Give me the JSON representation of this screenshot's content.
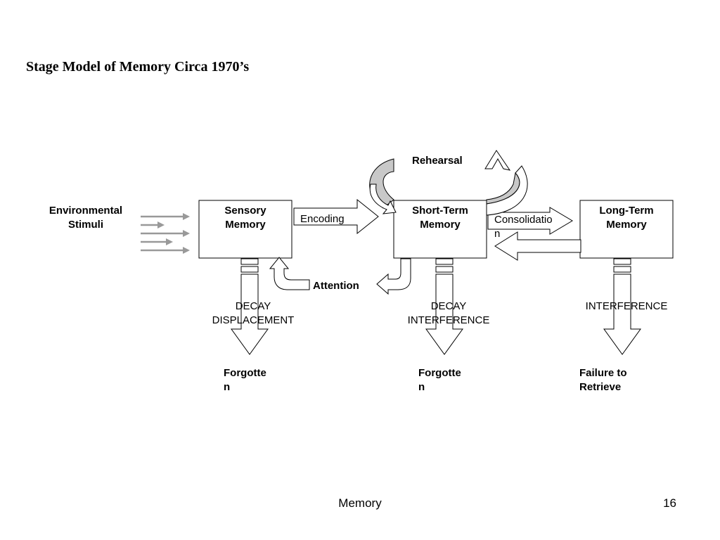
{
  "slide": {
    "title": "Stage Model of Memory Circa 1970’s",
    "footer": "Memory",
    "page_number": "16"
  },
  "diagram": {
    "input": {
      "line1": "Environmental",
      "line2": "Stimuli"
    },
    "stages": [
      {
        "line1": "Sensory",
        "line2": "Memory"
      },
      {
        "line1": "Short-Term",
        "line2": "Memory"
      },
      {
        "line1": "Long-Term",
        "line2": "Memory"
      }
    ],
    "processes": {
      "encoding": "Encoding",
      "rehearsal": "Rehearsal",
      "attention": "Attention",
      "consolidation_line1": "Consolidatio",
      "consolidation_line2": "n"
    },
    "loss_causes": [
      {
        "line1": "DECAY",
        "line2": "DISPLACEMENT"
      },
      {
        "line1": "DECAY",
        "line2": "INTERFERENCE"
      },
      {
        "line1": "INTERFERENCE",
        "line2": ""
      }
    ],
    "outcomes": [
      {
        "line1": "Forgotte",
        "line2": "n"
      },
      {
        "line1": "Forgotte",
        "line2": "n"
      },
      {
        "line1": "Failure to",
        "line2": "Retrieve"
      }
    ]
  },
  "colors": {
    "stimulus_arrows": "#999999",
    "rehearsal_band": "#c8c8c8",
    "stroke": "#000000"
  }
}
